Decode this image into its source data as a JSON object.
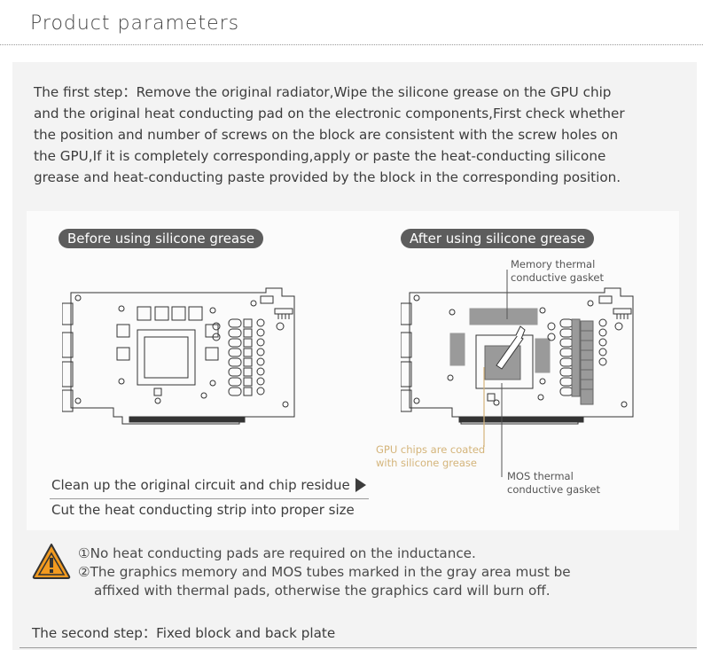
{
  "header": {
    "title": "Product parameters"
  },
  "step1": {
    "lines": [
      "The first step：Remove the original radiator,Wipe the silicone grease on the GPU chip",
      "and the original heat conducting pad on the electronic components,First check whether",
      "the position and number of screws on the block are consistent with the screw holes on",
      "the GPU,If it is completely corresponding,apply or paste the heat-conducting silicone",
      "grease and heat-conducting paste provided by the block in the corresponding position."
    ]
  },
  "figures": {
    "before_label": "Before using silicone grease",
    "after_label": "After using silicone grease",
    "memory_callout": [
      "Memory thermal",
      "conductive gasket"
    ],
    "gpu_callout": [
      "GPU chips are coated",
      "with silicone grease"
    ],
    "mos_callout": [
      "MOS thermal",
      "conductive gasket"
    ],
    "colors": {
      "pill": "#5d5d5d",
      "gray_area": "#9a9a9a",
      "gpu_callout": "#d4b47a",
      "warning": "#f29a1f"
    }
  },
  "actions": [
    "Clean up the original circuit and chip residue",
    "Cut the heat conducting strip into proper size"
  ],
  "notes": {
    "icon": "warning-triangle-icon",
    "items": [
      "①No heat conducting pads are required on the inductance.",
      "②The graphics memory and MOS tubes marked in the gray area must be",
      "affixed with thermal pads, otherwise the graphics card will burn off."
    ]
  },
  "step2": {
    "text": "The second step：Fixed block and back plate"
  }
}
